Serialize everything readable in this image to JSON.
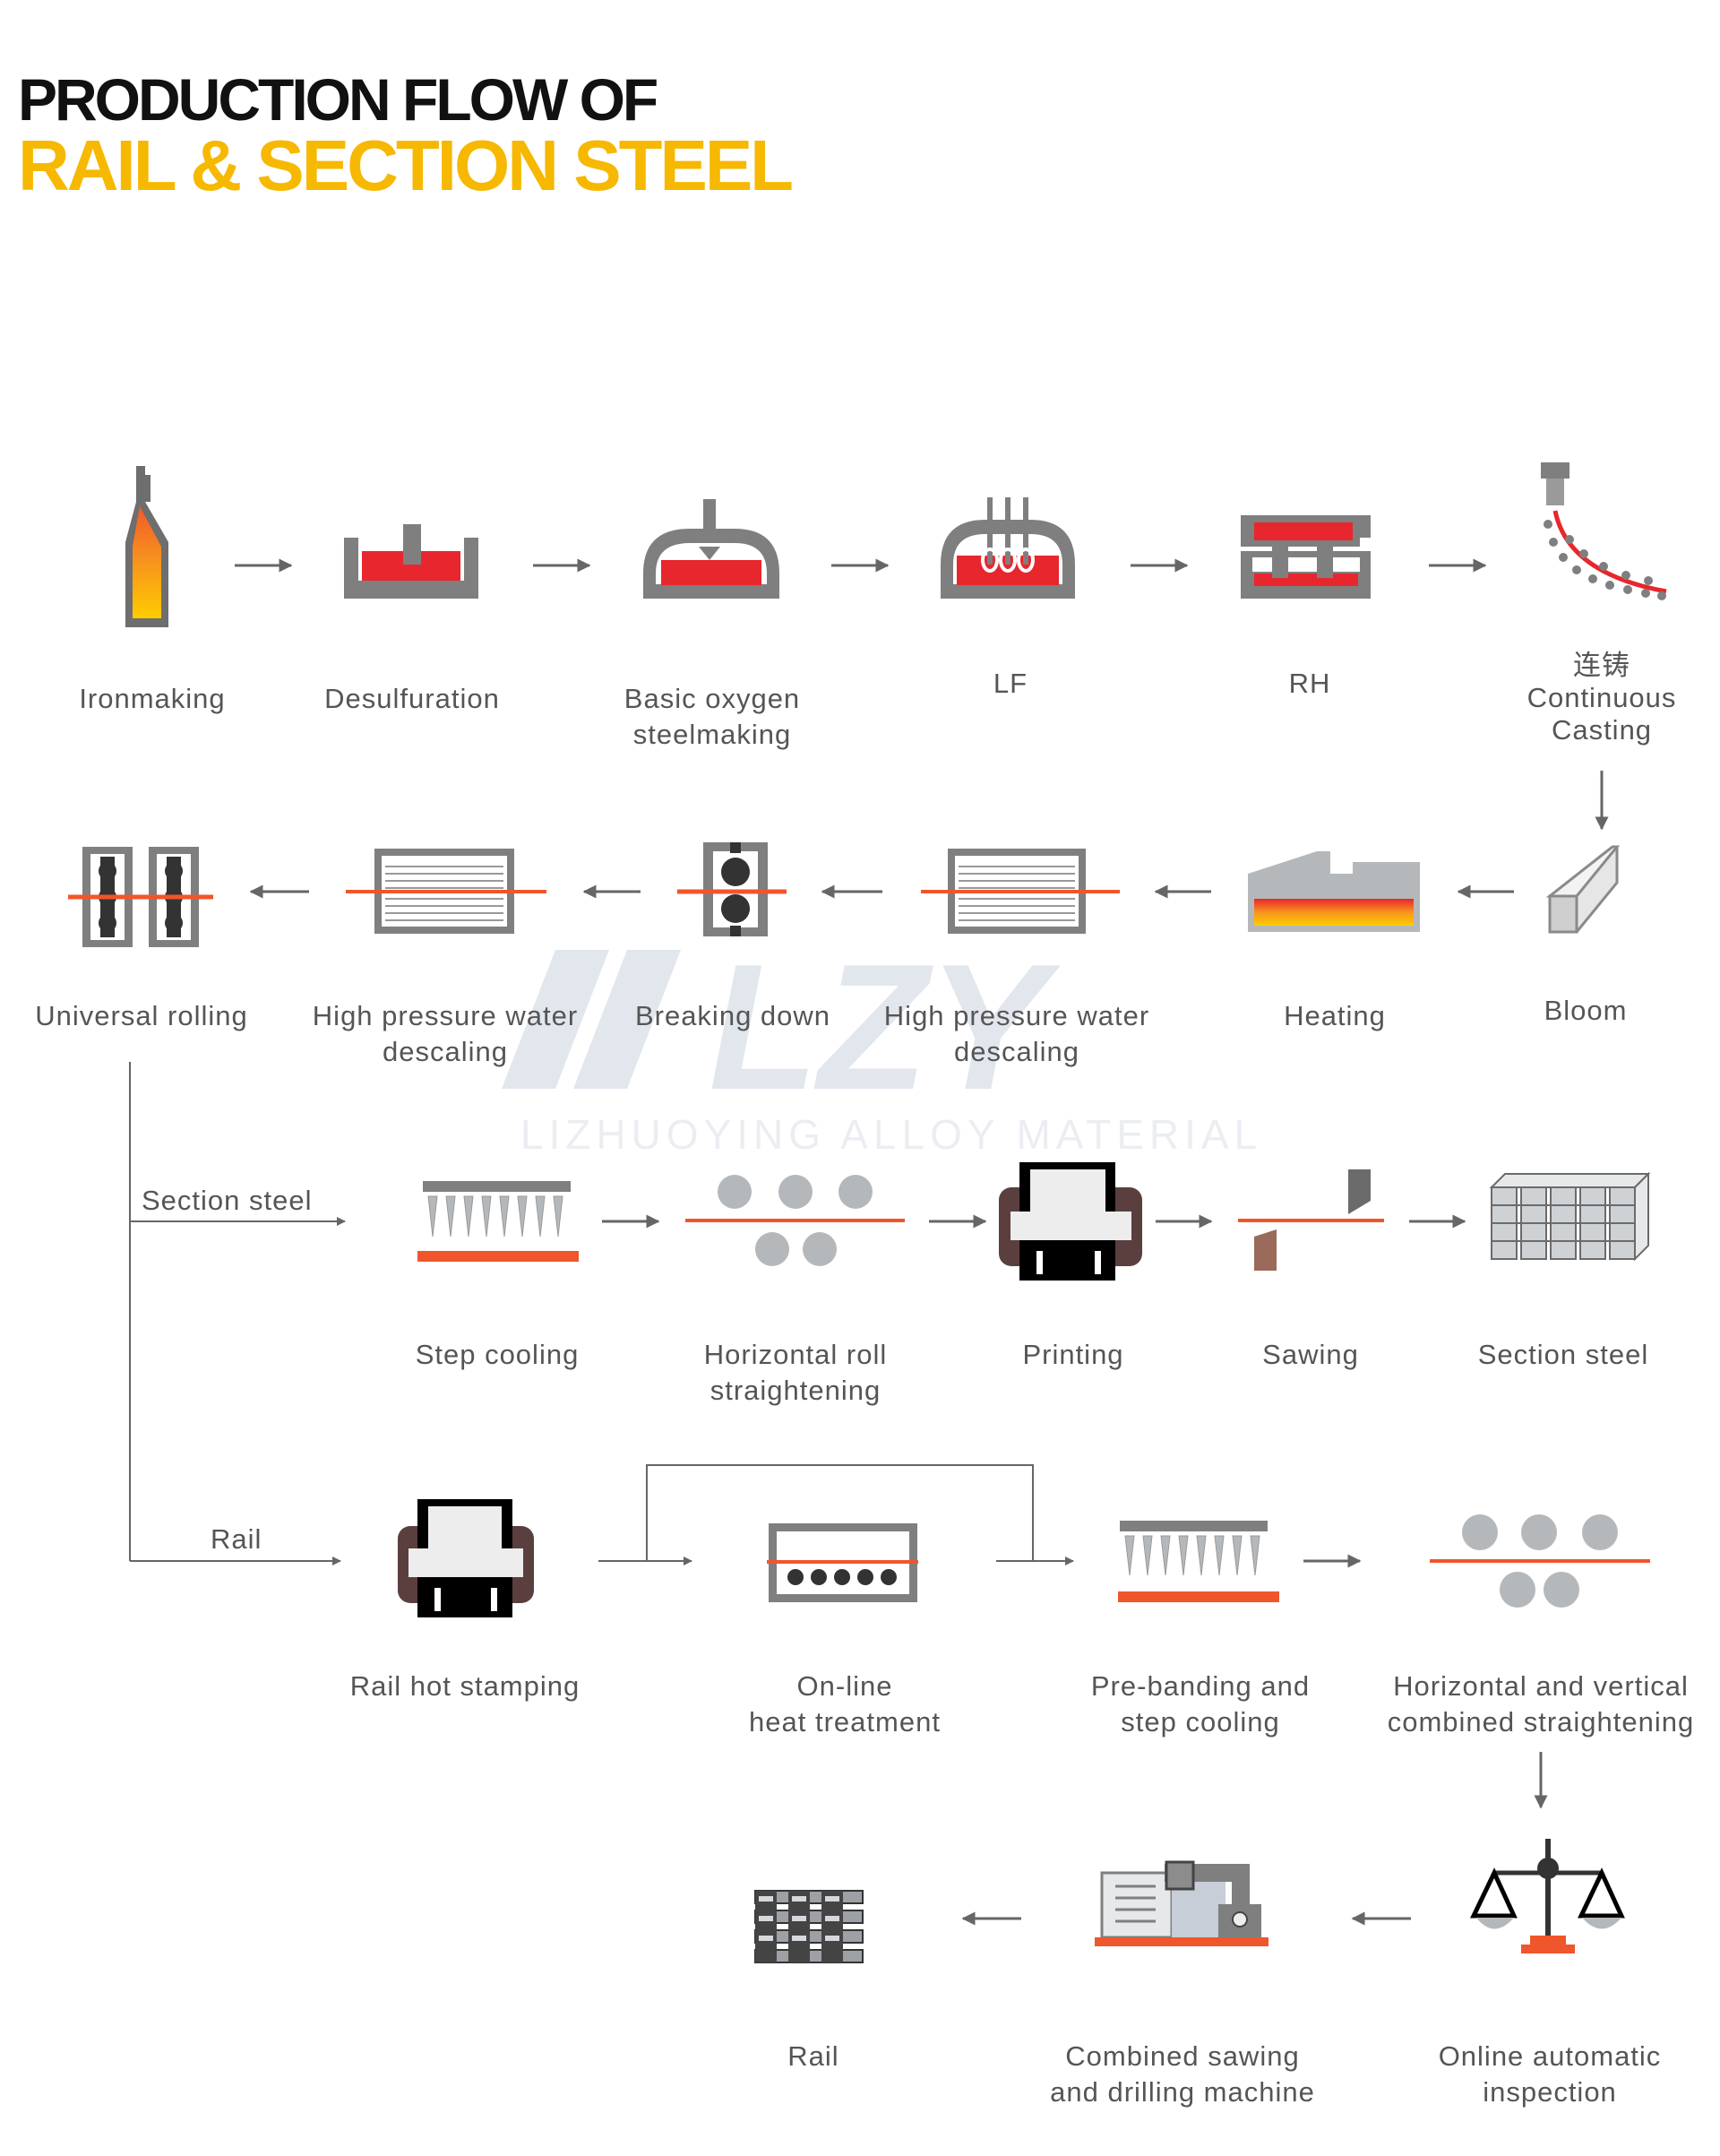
{
  "title": {
    "line1": "PRODUCTION FLOW OF",
    "line2": "RAIL & SECTION STEEL"
  },
  "watermark": {
    "logo": "LZY",
    "text": "LIZHUOYING ALLOY MATERIAL"
  },
  "colors": {
    "accent": "#f6b800",
    "molten_red": "#e8262d",
    "steel_orange": "#f0562b",
    "gray": "#7f7f7f",
    "light_gray": "#b5b8bb"
  },
  "steps": {
    "ironmaking": {
      "label": "Ironmaking",
      "icon": "blast-furnace-icon"
    },
    "desulfuration": {
      "label": "Desulfuration",
      "icon": "ladle-lance-icon"
    },
    "bof": {
      "line1": "Basic oxygen",
      "line2": "steelmaking",
      "icon": "converter-icon"
    },
    "lf": {
      "label": "LF",
      "icon": "ladle-furnace-icon"
    },
    "rh": {
      "label": "RH",
      "icon": "vacuum-degasser-icon"
    },
    "casting": {
      "cn": "连铸",
      "line1": "Continuous",
      "line2": "Casting",
      "icon": "caster-icon"
    },
    "bloom": {
      "label": "Bloom",
      "icon": "bloom-icon"
    },
    "heating": {
      "label": "Heating",
      "icon": "reheating-furnace-icon"
    },
    "descaling2": {
      "line1": "High pressure water",
      "line2": "descaling",
      "icon": "descaler-icon"
    },
    "breaking": {
      "label": "Breaking down",
      "icon": "breakdown-mill-icon"
    },
    "descaling1": {
      "line1": "High pressure water",
      "line2": "descaling",
      "icon": "descaler-icon"
    },
    "universal": {
      "label": "Universal rolling",
      "icon": "universal-mill-icon"
    },
    "step_cooling": {
      "label": "Step cooling",
      "icon": "cooling-bed-icon"
    },
    "hroll": {
      "line1": "Horizontal roll",
      "line2": "straightening",
      "icon": "roll-straightener-icon"
    },
    "printing": {
      "label": "Printing",
      "icon": "printer-icon"
    },
    "sawing": {
      "label": "Sawing",
      "icon": "saw-icon"
    },
    "section_out": {
      "label": "Section steel",
      "icon": "section-steel-stack-icon"
    },
    "hot_stamp": {
      "label": "Rail hot stamping",
      "icon": "hot-stamp-icon"
    },
    "heat_treat": {
      "line1": "On-line",
      "line2": "heat treatment",
      "icon": "heat-treatment-icon"
    },
    "prebend": {
      "line1": "Pre-banding and",
      "line2": "step cooling",
      "icon": "cooling-bed-icon"
    },
    "hv_straight": {
      "line1": "Horizontal and vertical",
      "line2": "combined straightening",
      "icon": "roll-straightener-icon"
    },
    "inspection": {
      "line1": "Online automatic",
      "line2": "inspection",
      "icon": "scale-icon"
    },
    "saw_drill": {
      "line1": "Combined sawing",
      "line2": "and drilling machine",
      "icon": "saw-drill-machine-icon"
    },
    "rail_out": {
      "label": "Rail",
      "icon": "rail-stack-icon"
    }
  },
  "branches": {
    "section": "Section steel",
    "rail": "Rail"
  }
}
